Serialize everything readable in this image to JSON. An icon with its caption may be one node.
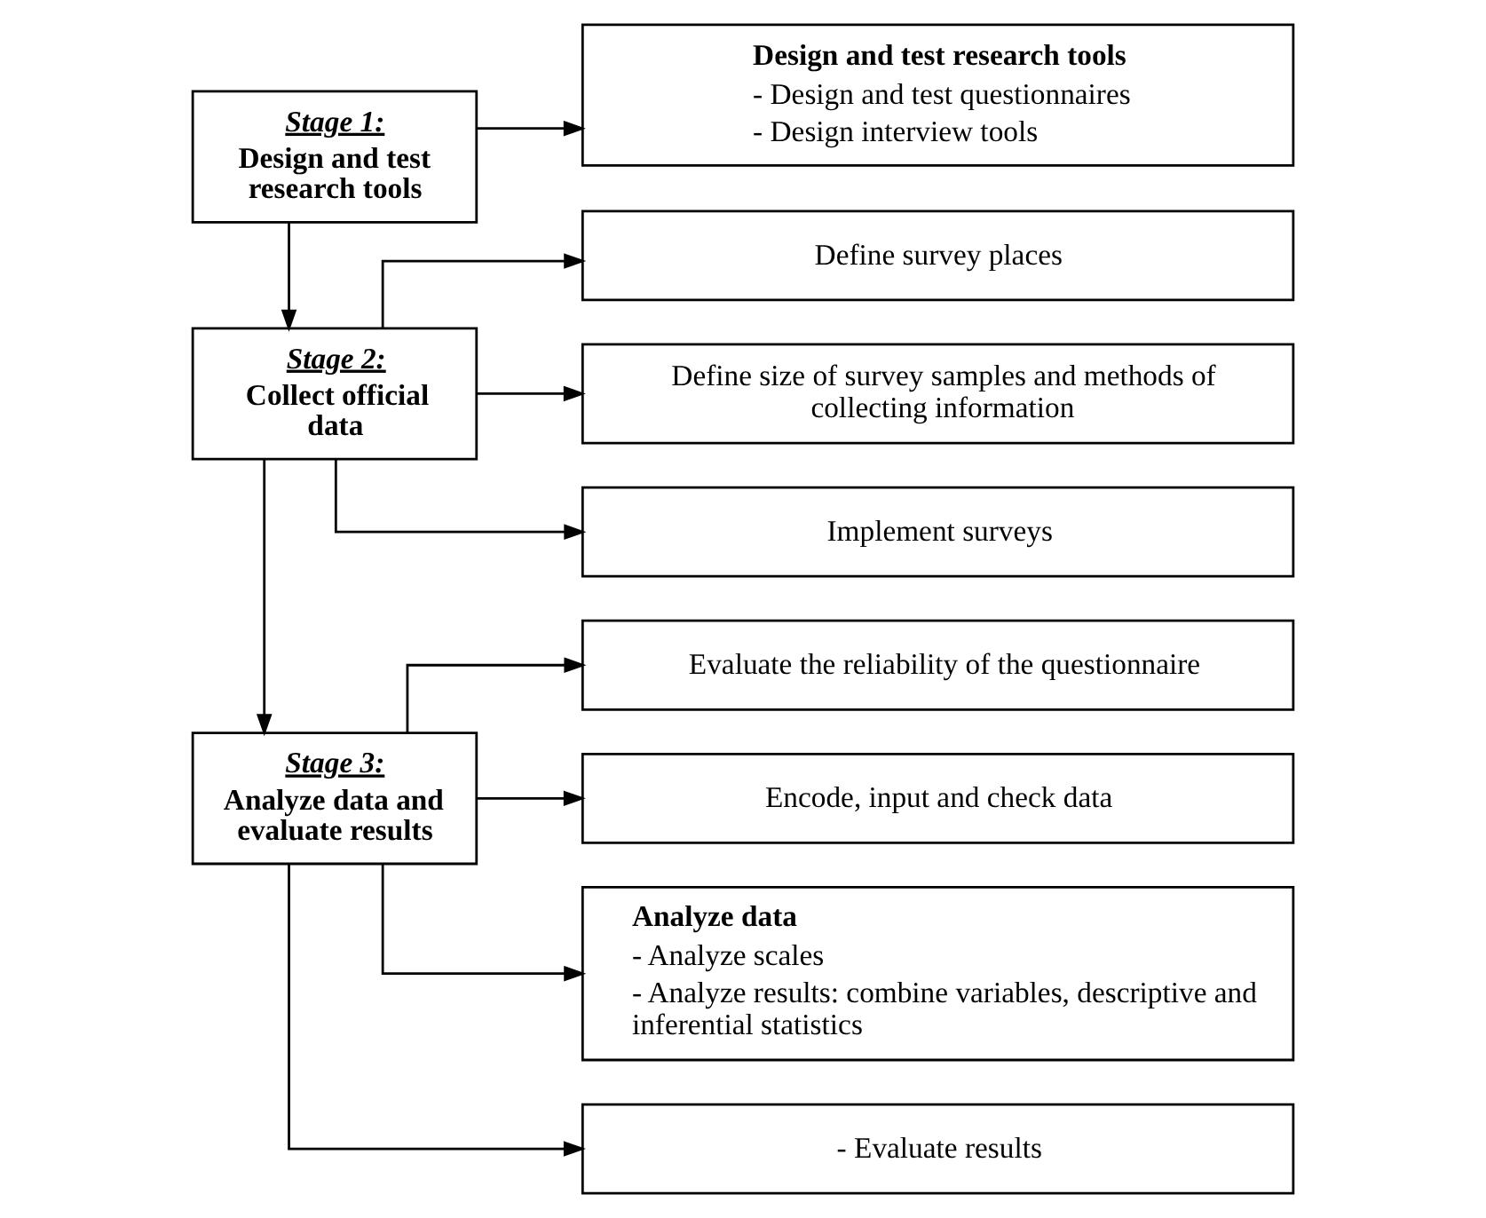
{
  "diagram": {
    "nodes": [
      {
        "text": [
          "Stage 1:",
          "Design and test research tools"
        ]
      },
      {
        "text": [
          "Design and test research tools",
          "- Design and test questionnaires",
          "- Design interview tools"
        ]
      },
      {
        "text": [
          "Stage 2:",
          "Collect official data"
        ]
      },
      {
        "text": [
          "Define survey places"
        ]
      },
      {
        "text": [
          "Define size of survey samples and methods of collecting information"
        ]
      },
      {
        "text": [
          "Implement surveys"
        ]
      },
      {
        "text": [
          "Stage 3:",
          "Analyze data and evaluate results"
        ]
      },
      {
        "text": [
          "Evaluate the reliability of the questionnaire"
        ]
      },
      {
        "text": [
          "Encode, input and check data"
        ]
      },
      {
        "text": [
          "Analyze data",
          "- Analyze scales",
          "- Analyze results: combine variables, descriptive and inferential statistics"
        ]
      },
      {
        "text": [
          "- Evaluate results"
        ]
      }
    ],
    "edges": [
      {
        "from": 0,
        "to": 1,
        "arrow": "to"
      },
      {
        "from": 0,
        "to": 2,
        "arrow": "to"
      },
      {
        "from": 2,
        "to": 3,
        "arrow": "to"
      },
      {
        "from": 2,
        "to": 4,
        "arrow": "to"
      },
      {
        "from": 2,
        "to": 5,
        "arrow": "to"
      },
      {
        "from": 2,
        "to": 6,
        "arrow": "to"
      },
      {
        "from": 6,
        "to": 7,
        "arrow": "to"
      },
      {
        "from": 6,
        "to": 8,
        "arrow": "to"
      },
      {
        "from": 6,
        "to": 9,
        "arrow": "to"
      },
      {
        "from": 6,
        "to": 10,
        "arrow": "to"
      }
    ]
  }
}
